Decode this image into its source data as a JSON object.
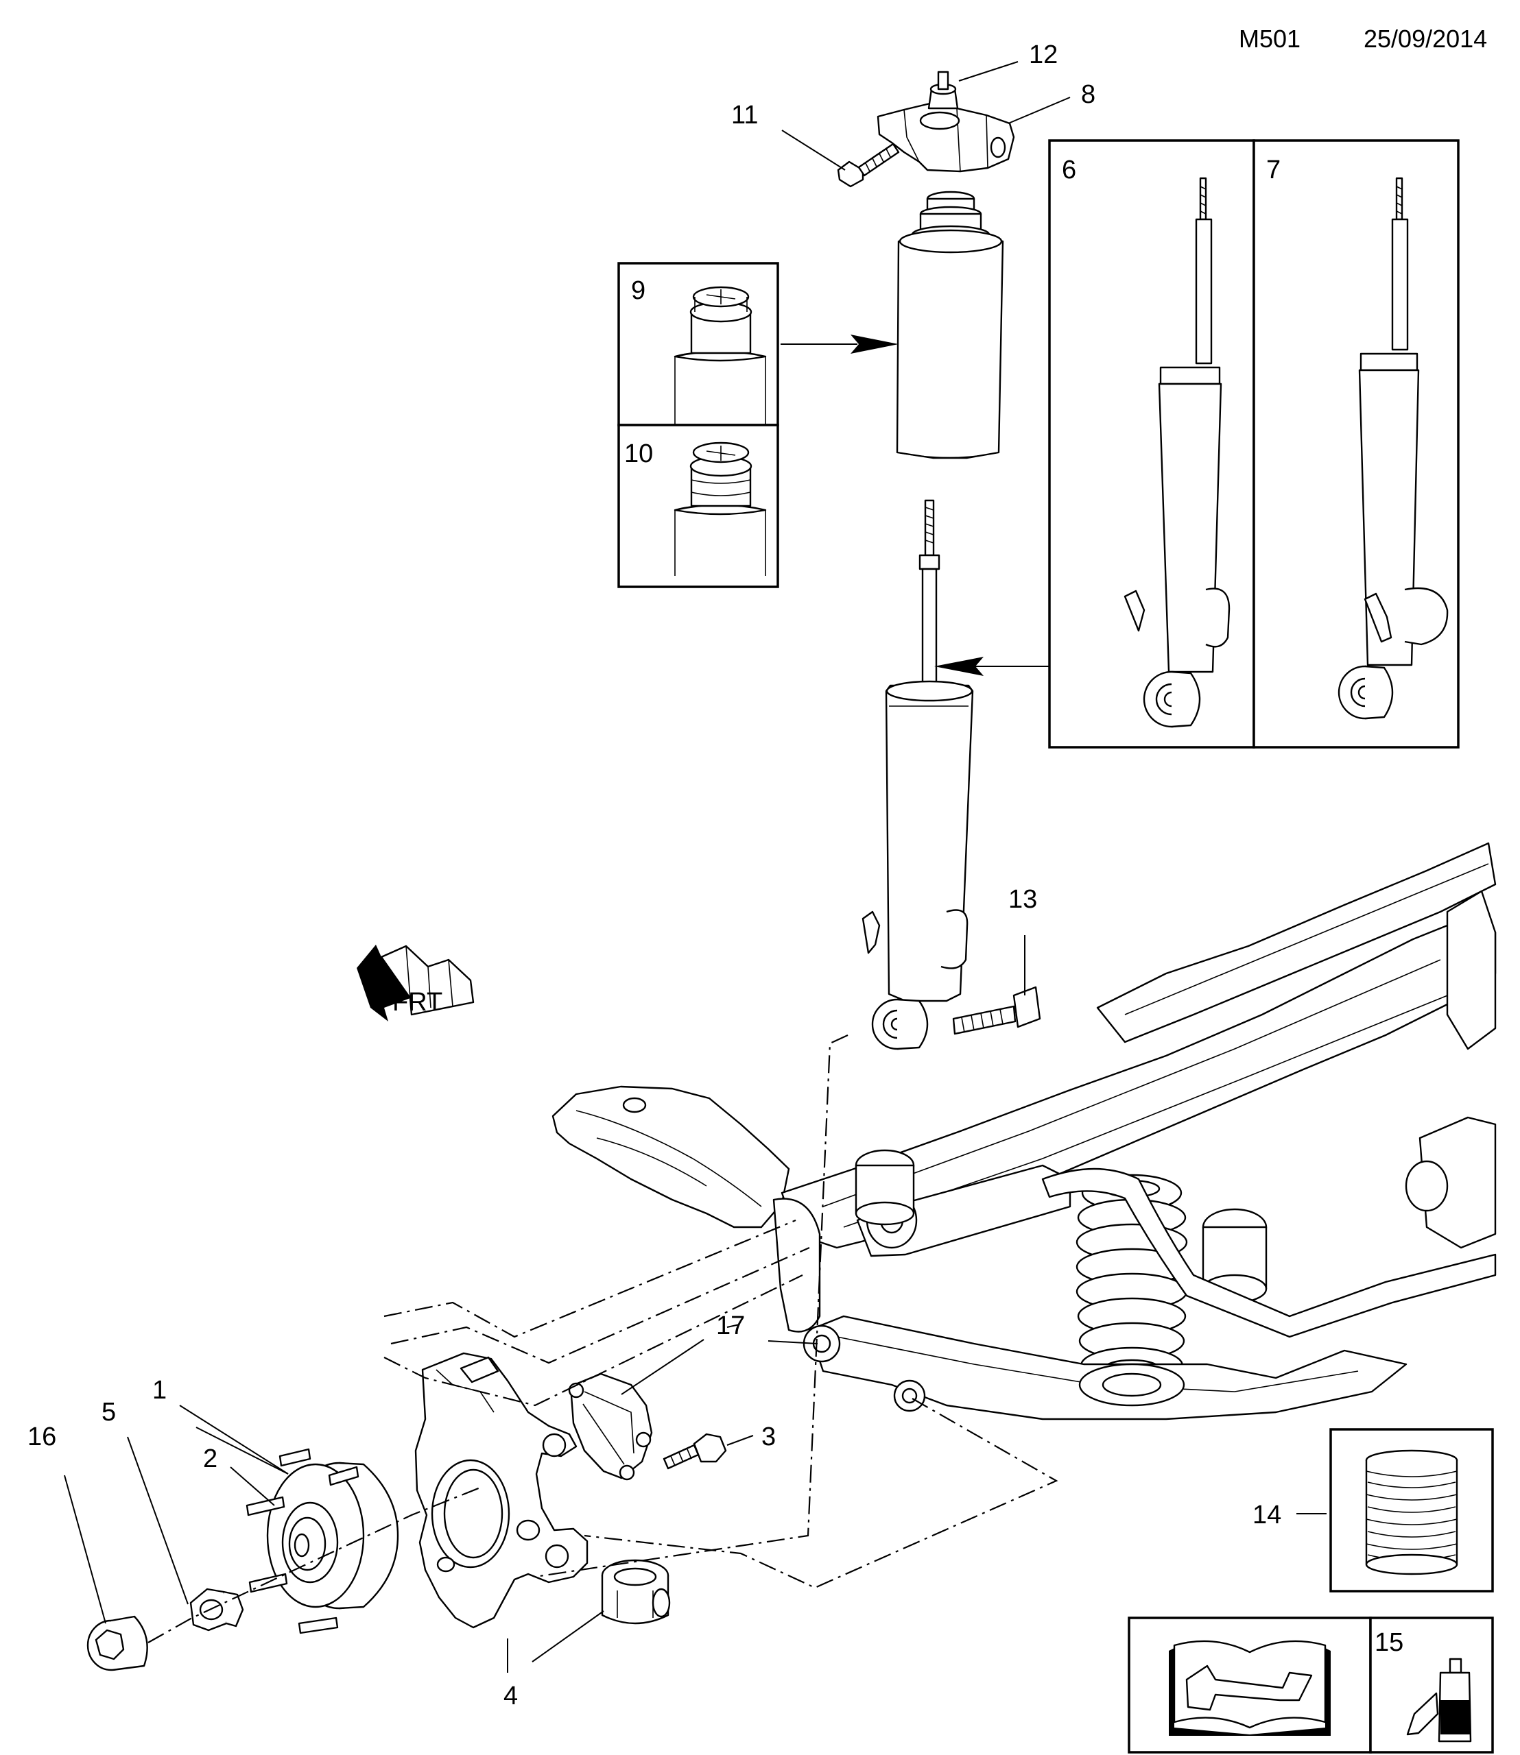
{
  "header": {
    "code": "M501",
    "date": "25/09/2014"
  },
  "callouts": {
    "c1": "1",
    "c2": "2",
    "c3": "3",
    "c4": "4",
    "c5": "5",
    "c6": "6",
    "c7": "7",
    "c8": "8",
    "c9": "9",
    "c10": "10",
    "c11": "11",
    "c12": "12",
    "c13": "13",
    "c14": "14",
    "c15": "15",
    "c16": "16",
    "c17": "17"
  },
  "frt_label": "FRT",
  "icons": [
    "repair-manual-icon",
    "adhesive-bottle-icon",
    "front-direction-arrow-icon"
  ]
}
